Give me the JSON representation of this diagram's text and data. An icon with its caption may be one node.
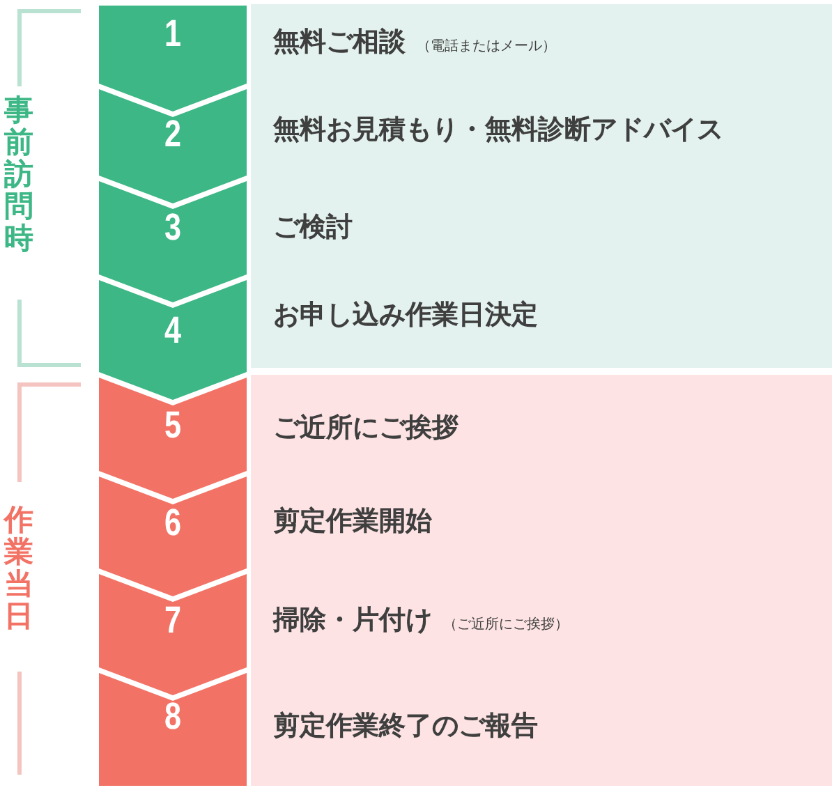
{
  "diagram": {
    "nodes": [
      {
        "text": [
          "1"
        ],
        "beside": [
          "無料ご相談",
          "（電話またはメール）"
        ]
      },
      {
        "text": [
          "2"
        ],
        "beside": [
          "無料お見積もり・無料診断アドバイス"
        ]
      },
      {
        "text": [
          "3"
        ],
        "beside": [
          "ご検討"
        ]
      },
      {
        "text": [
          "4"
        ],
        "beside": [
          "お申し込み作業日決定"
        ]
      },
      {
        "text": [
          "5"
        ],
        "beside": [
          "ご近所にご挨拶"
        ]
      },
      {
        "text": [
          "6"
        ],
        "beside": [
          "剪定作業開始"
        ]
      },
      {
        "text": [
          "7"
        ],
        "beside": [
          "掃除・片付け",
          "（ご近所にご挨拶）"
        ]
      },
      {
        "text": [
          "8"
        ],
        "beside": [
          "剪定作業終了のご報告"
        ]
      }
    ],
    "labels": [
      "事前訪問時",
      "作業当日"
    ]
  }
}
